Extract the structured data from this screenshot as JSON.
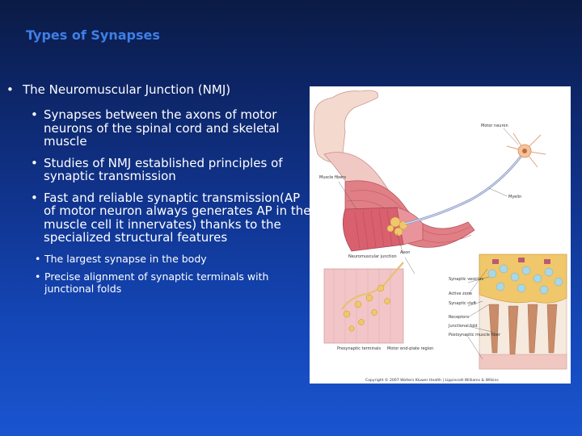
{
  "slide": {
    "title": "Types of Synapses",
    "bullets": {
      "nmj": "The Neuromuscular Junction (NMJ)",
      "sub1": "Synapses between the axons of motor neurons of the spinal cord and skeletal muscle",
      "sub2": "Studies of NMJ established principles of synaptic transmission",
      "sub3": "Fast and reliable synaptic transmission(AP of motor neuron always generates AP in the muscle cell it innervates) thanks to the specialized structural features",
      "subsub1": "The largest synapse in the body",
      "subsub2": "Precise alignment of synaptic terminals with junctional folds"
    }
  },
  "figure": {
    "labels": {
      "motor_neuron": "Motor neuron",
      "muscle_fibers": "Muscle fibers",
      "myelin": "Myelin",
      "nmj": "Neuromuscular junction",
      "axon": "Axon",
      "synaptic_vesicles": "Synaptic vesicles",
      "active_zone": "Active zone",
      "synaptic_cleft": "Synaptic cleft",
      "receptors": "Receptors",
      "junctional_fold": "Junctional fold",
      "postsynaptic": "Postsynaptic muscle fiber",
      "presynaptic": "Presynaptic terminals",
      "endplate": "Motor end-plate region"
    },
    "copyright": "Copyright © 2007 Wolters Kluwer Health | Lippincott Williams & Wilkins"
  },
  "colors": {
    "title": "#3f7fe6",
    "text": "#ffffff",
    "muscle": "#d9606e",
    "terminal": "#f0c76a"
  }
}
